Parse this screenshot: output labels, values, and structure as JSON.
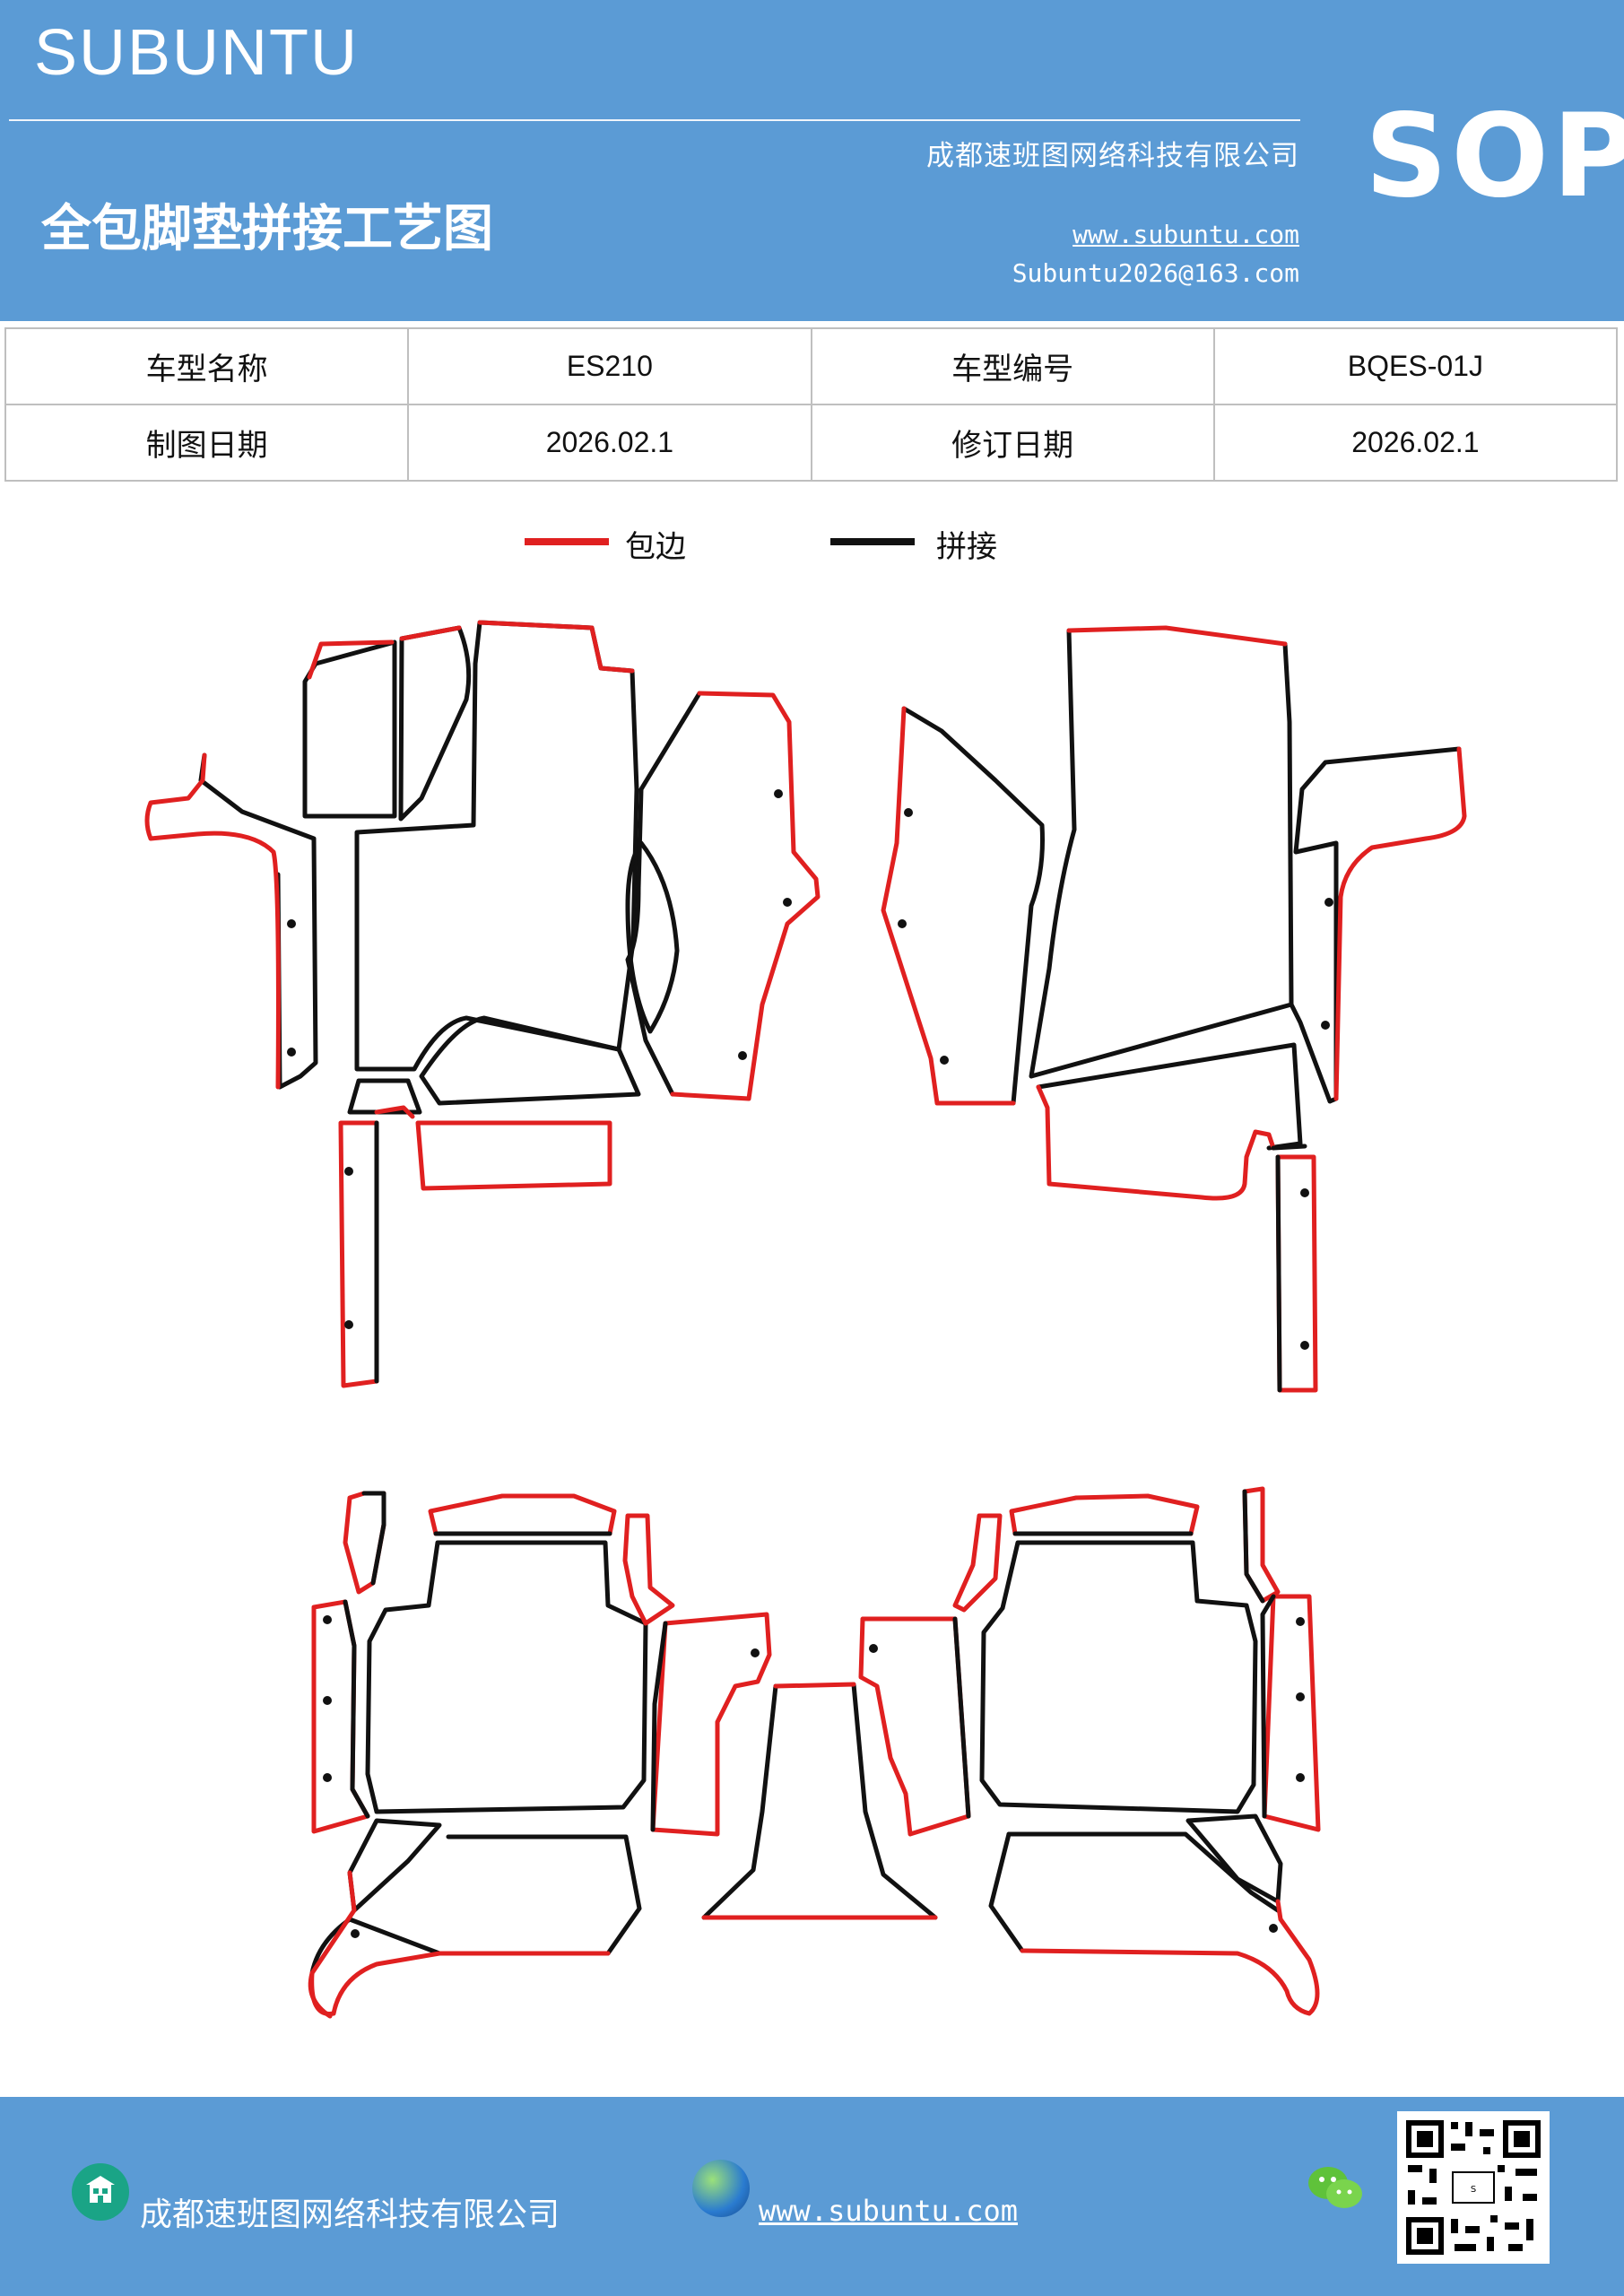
{
  "header": {
    "brand": "SUBUNTU",
    "company": "成都速班图网络科技有限公司",
    "title": "全包脚垫拼接工艺图",
    "website": "www.subuntu.com",
    "email": "Subuntu2026@163.com",
    "badge": "SOP"
  },
  "info_table": {
    "model_name_label": "车型名称",
    "model_name_value": "ES210",
    "model_code_label": "车型编号",
    "model_code_value": "BQES-01J",
    "draw_date_label": "制图日期",
    "draw_date_value": "2026.02.1",
    "revise_date_label": "修订日期",
    "revise_date_value": "2026.02.1"
  },
  "legend": {
    "edge_label": "包边",
    "edge_color": "#e02020",
    "join_label": "拼接",
    "join_color": "#111111"
  },
  "footer": {
    "company": "成都速班图网络科技有限公司",
    "website": "www.subuntu.com",
    "company_icon": "building-icon",
    "website_icon": "globe-icon",
    "wechat_icon": "wechat-icon"
  },
  "colors": {
    "header_bg": "#5b9bd5",
    "edge": "#e02020",
    "join": "#111111"
  }
}
